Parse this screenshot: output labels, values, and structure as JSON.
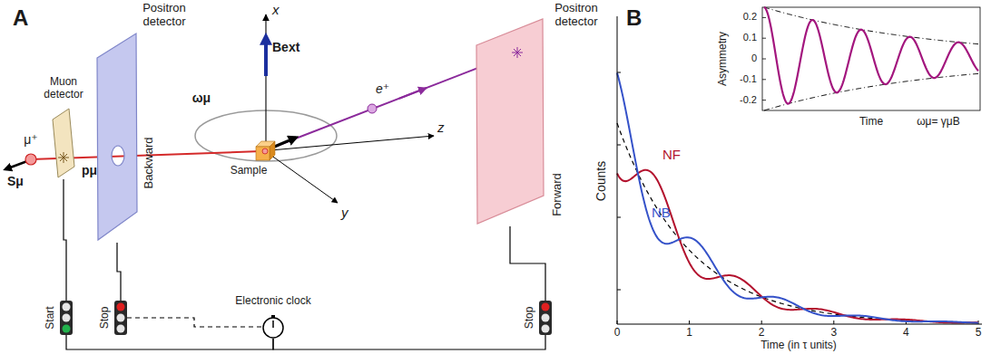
{
  "diagram": {
    "nodes": [
      {
        "text": [
          "Muon detector"
        ]
      },
      {
        "text": [
          "Positron detector",
          "Backward"
        ]
      },
      {
        "text": [
          "Sample"
        ]
      },
      {
        "text": [
          "Positron detector",
          "Forward"
        ]
      },
      {
        "text": [
          "Start"
        ]
      },
      {
        "text": [
          "Stop"
        ]
      },
      {
        "text": [
          "Stop"
        ]
      },
      {
        "text": [
          "Electronic clock"
        ]
      }
    ],
    "edges": [
      {
        "from": 0,
        "to": 4,
        "arrow": "none"
      },
      {
        "from": 1,
        "to": 5,
        "arrow": "none"
      },
      {
        "from": 3,
        "to": 6,
        "arrow": "none"
      },
      {
        "from": 4,
        "to": 7,
        "arrow": "none"
      },
      {
        "from": 5,
        "to": 7,
        "arrow": "none"
      },
      {
        "from": 6,
        "to": 7,
        "arrow": "none"
      }
    ],
    "labels": [
      "A",
      "μ⁺",
      "Sμ",
      "pμ",
      "x",
      "Bext",
      "ωμ",
      "e⁺",
      "z",
      "y",
      "B",
      "Counts",
      "NF",
      "NB",
      "0",
      "1",
      "2",
      "3",
      "4",
      "5",
      "Time (in τ units)",
      "Asymmetry",
      "0.2",
      "0.1",
      "0",
      "-0.1",
      "-0.2",
      "Time",
      "ωμ= γμB"
    ]
  }
}
